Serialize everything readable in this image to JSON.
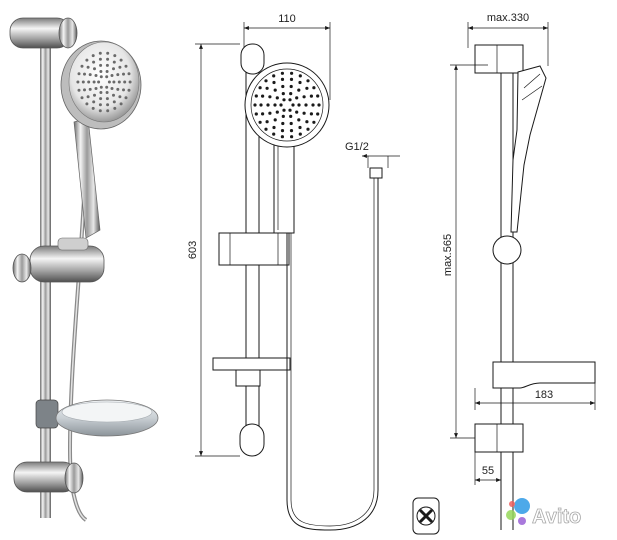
{
  "dimensions": {
    "width_top": "110",
    "max_width_top": "max.330",
    "thread": "G1/2",
    "total_height": "603",
    "max_height": "max.565",
    "shelf_depth": "183",
    "wall_offset": "55"
  },
  "watermark": {
    "text": "Avito",
    "colors": {
      "blue": "#2f9be6",
      "green": "#96d85a",
      "purple": "#9b62d6",
      "red": "#ee5f5f"
    }
  }
}
